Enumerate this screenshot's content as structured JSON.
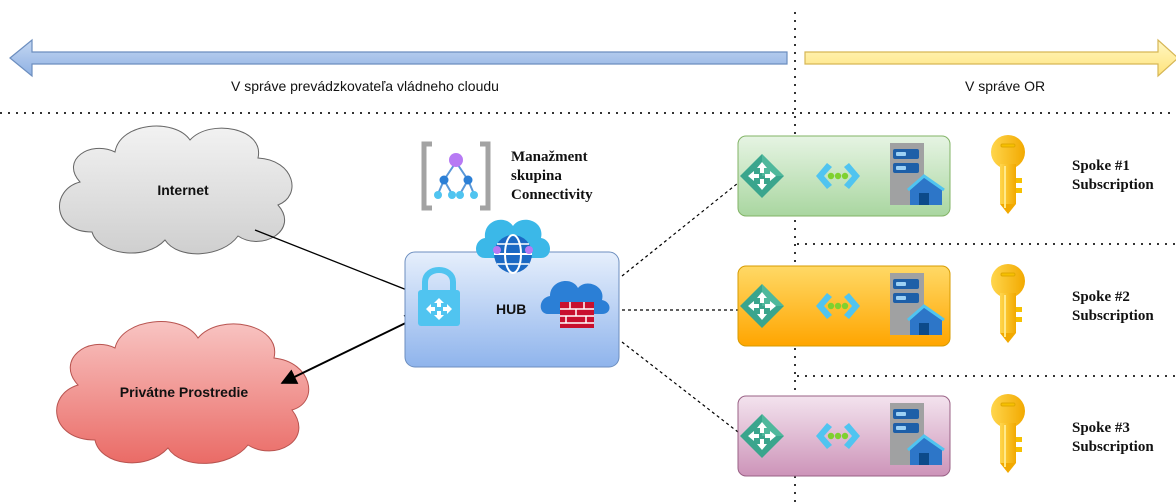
{
  "header": {
    "left_zone_label": "V správe prevádzkovateľa vládneho cloudu",
    "right_zone_label": "V správe OR"
  },
  "clouds": {
    "internet": "Internet",
    "private": "Privátne Prostredie"
  },
  "management_group": {
    "line1": "Manažment",
    "line2": "skupina",
    "line3": "Connectivity"
  },
  "hub": {
    "label": "HUB"
  },
  "spokes": [
    {
      "line1": "Spoke #1",
      "line2": "Subscription",
      "color": "#d5e8d4"
    },
    {
      "line1": "Spoke #2",
      "line2": "Subscription",
      "color": "#ffcd28"
    },
    {
      "line1": "Spoke #3",
      "line2": "Subscription",
      "color": "#e6d0de"
    }
  ],
  "colors": {
    "left_arrow": "#a9c4eb",
    "right_arrow": "#fff2a8",
    "internet_cloud": "#e0e0e0",
    "private_cloud": "#f19c99",
    "hub_box": "#dae8fc"
  },
  "icons": {
    "management_group": "management-group-icon",
    "hub_gateway": "virtual-wan-hub-icon",
    "vpn_gateway": "vpn-gateway-lock-icon",
    "firewall": "firewall-icon",
    "router": "router-icon",
    "vnet": "virtual-network-icon",
    "subscription_key": "subscription-key-icon"
  }
}
